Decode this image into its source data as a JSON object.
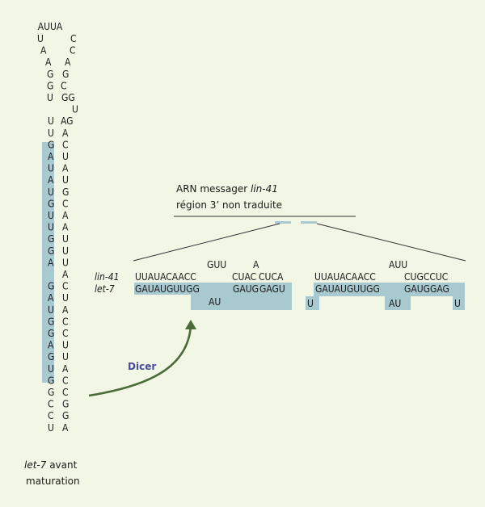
{
  "hairpin": {
    "loop_top": "AUUA",
    "left_strand": [
      "U",
      "A",
      "A",
      "G",
      "G",
      "U",
      "",
      "U",
      "U",
      "G",
      "A",
      "U",
      "A",
      "U",
      "G",
      "U",
      "U",
      "G",
      "G",
      "A",
      "",
      "G",
      "A",
      "U",
      "G",
      "G",
      "A",
      "G",
      "U",
      "G",
      "G",
      "C",
      "C",
      "U"
    ],
    "right_strand": [
      "C",
      "C",
      "A",
      "G",
      "C",
      "GG",
      "U",
      "AG",
      "A",
      "C",
      "U",
      "A",
      "U",
      "G",
      "C",
      "A",
      "A",
      "U",
      "U",
      "U",
      "A",
      "C",
      "U",
      "A",
      "C",
      "C",
      "U",
      "U",
      "A",
      "C",
      "C",
      "G",
      "G",
      "A"
    ],
    "caption_italic": "let-7",
    "caption_rest": " avant",
    "caption_line2": "maturation"
  },
  "arrow_label": "Dicer",
  "mrna": {
    "title_prefix": "ARN messager ",
    "title_italic": "lin-41",
    "subtitle": "région 3’ non traduite"
  },
  "duplex1": {
    "lin41_label": "lin-41",
    "let7_label": "let-7",
    "top_bulge_1": "GUU",
    "top_bulge_2": "A",
    "lin41_seq_1": "UUAUACAACC",
    "lin41_seq_2": "CUAC",
    "lin41_seq_3": "CUCA",
    "let7_seq_1": "GAUAUGUUGG",
    "let7_seq_2": "GAUG",
    "let7_seq_3": "GAGU",
    "bottom_bulge": "AU"
  },
  "duplex2": {
    "top_bulge": "AUU",
    "lin41_seq_1": "UUAUACAACC",
    "lin41_seq_2": "CUGCCUC",
    "let7_seq_1": "GAUAUGUUGG",
    "let7_seq_2": "GAUGGAG",
    "bottom_left": "U",
    "bottom_mid": "AU",
    "bottom_right": "U"
  },
  "colors": {
    "background": "#f2f6e4",
    "highlight": "#a9c9d1",
    "arrow": "#4b6b3a",
    "dicer_text": "#4a4a9a"
  }
}
